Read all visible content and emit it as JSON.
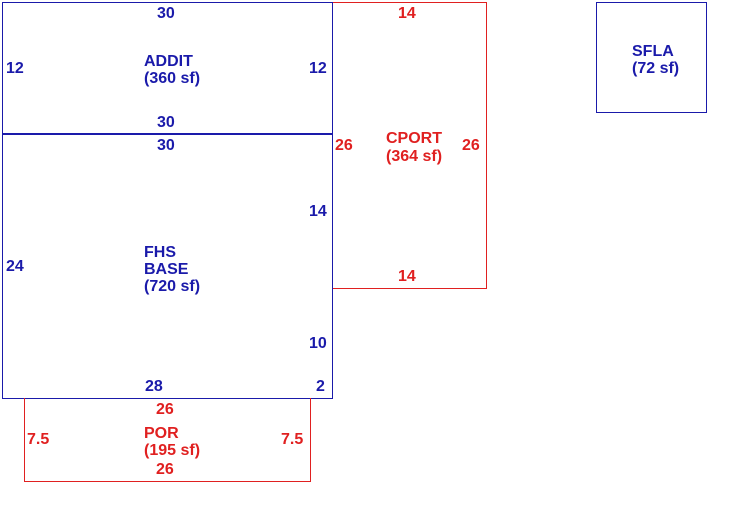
{
  "addit": {
    "name": "ADDIT",
    "area": "(360 sf)",
    "top": "30",
    "bottom": "30",
    "left": "12",
    "right": "12"
  },
  "base": {
    "name1": "FHS",
    "name2": "BASE",
    "area": "(720 sf)",
    "top": "30",
    "left": "24",
    "right_upper": "14",
    "right_lower": "10",
    "bottom": "28",
    "bottom_right": "2"
  },
  "cport": {
    "name": "CPORT",
    "area": "(364 sf)",
    "top": "14",
    "left": "26",
    "right": "26",
    "bottom": "14"
  },
  "por": {
    "name": "POR",
    "area": "(195 sf)",
    "top": "26",
    "bottom": "26",
    "left": "7.5",
    "right": "7.5"
  },
  "sfla": {
    "name": "SFLA",
    "area": "(72 sf)"
  },
  "colors": {
    "blue": "#1a1aaa",
    "red": "#e02020"
  }
}
